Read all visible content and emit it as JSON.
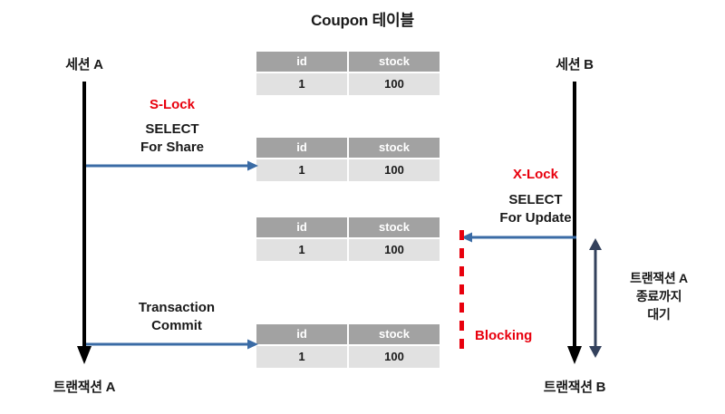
{
  "diagram": {
    "title": "Coupon 테이블",
    "type": "sequence-diagram",
    "colors": {
      "lock_red": "#e8000d",
      "arrow_blue": "#3a6ba5",
      "wait_arrow_navy": "#33415c",
      "table_header_gray": "#a2a2a2",
      "table_row_gray": "#e1e1e1",
      "lifeline_black": "#000000"
    }
  },
  "sessions": {
    "left": {
      "head_label": "세션 A",
      "foot_label": "트랜잭션 A"
    },
    "right": {
      "head_label": "세션 B",
      "foot_label": "트랜잭션 B"
    }
  },
  "tables": [
    {
      "columns": [
        "id",
        "stock"
      ],
      "rows": [
        [
          "1",
          "100"
        ]
      ]
    },
    {
      "columns": [
        "id",
        "stock"
      ],
      "rows": [
        [
          "1",
          "100"
        ]
      ]
    },
    {
      "columns": [
        "id",
        "stock"
      ],
      "rows": [
        [
          "1",
          "100"
        ]
      ]
    },
    {
      "columns": [
        "id",
        "stock"
      ],
      "rows": [
        [
          "1",
          "100"
        ]
      ]
    }
  ],
  "messages": [
    {
      "id": "s-lock",
      "lock_label": "S-Lock",
      "line1": "SELECT",
      "line2": "For Share",
      "direction": "left-to-right"
    },
    {
      "id": "x-lock",
      "lock_label": "X-Lock",
      "line1": "SELECT",
      "line2": "For Update",
      "direction": "right-to-left"
    },
    {
      "id": "commit",
      "lock_label": "",
      "line1": "Transaction",
      "line2": "Commit",
      "direction": "left-to-right"
    }
  ],
  "annotations": {
    "blocking_label": "Blocking",
    "wait_note_line1": "트랜잭션 A",
    "wait_note_line2": "종료까지",
    "wait_note_line3": "대기"
  }
}
